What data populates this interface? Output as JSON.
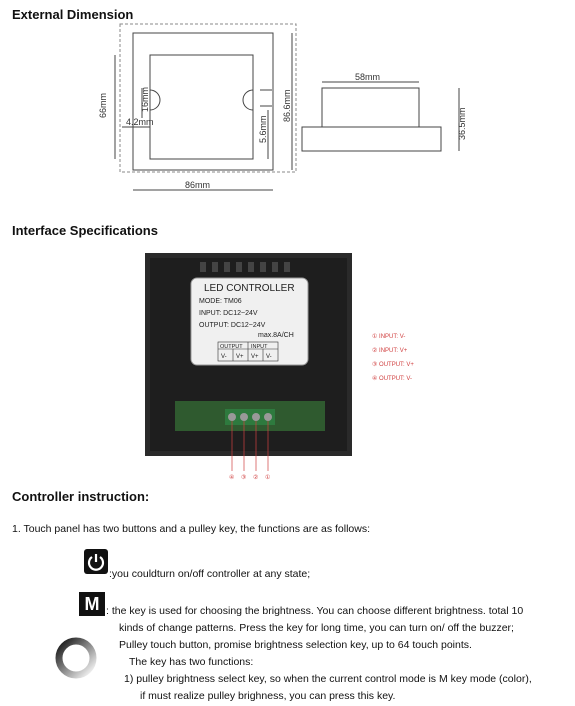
{
  "sections": {
    "external": "External Dimension",
    "interface": "Interface Specifications",
    "controller": "Controller instruction:"
  },
  "drawing": {
    "front_width": "86mm",
    "front_height": "66mm",
    "slot_height": "16mm",
    "slot_offset": "4.2mm",
    "wall_depth": "5.6mm",
    "overall_height": "86.6mm",
    "side_top": "58mm",
    "side_depth": "36.5mm"
  },
  "panel": {
    "title": "LED CONTROLLER",
    "mode": "MODE: TM06",
    "input": "INPUT: DC12~24V",
    "output": "OUTPUT: DC12~24V",
    "max": "max.8A/CH",
    "hdr_output": "OUTPUT",
    "hdr_input": "INPUT",
    "t1": "V-",
    "t2": "V+",
    "t3": "V+",
    "t4": "V-",
    "callouts": [
      "④",
      "③",
      "②",
      "①"
    ],
    "legend": [
      "① INPUT: V-",
      "② INPUT: V+",
      "③ OUTPUT: V+",
      "④ OUTPUT: V-"
    ]
  },
  "instructions": {
    "intro": "1. Touch panel has two buttons and a pulley key, the functions are as follows:",
    "power": ":you couldturn on/off controller at any state;",
    "m_icon": "M",
    "m_line1": ": the key is used for choosing the brightness. You can choose different brightness. total 10",
    "m_line2": "kinds of change patterns. Press the key for long time, you can turn on/ off the buzzer;",
    "pulley_line1": "Pulley touch button, promise brightness selection key, up to 64 touch points.",
    "pulley_line2": "The key has two functions:",
    "pulley_line3": "1)  pulley brightness select key, so when the current control mode is M key mode (color),",
    "pulley_line4": "if must realize pulley brighness, you can press this key."
  }
}
